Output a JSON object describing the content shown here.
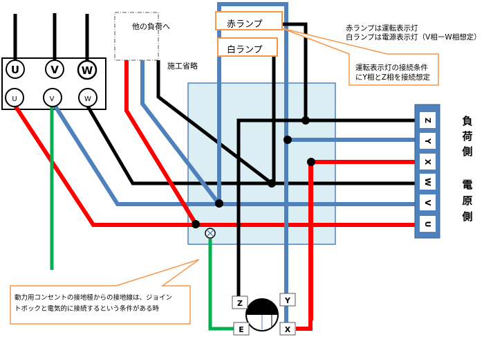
{
  "colors": {
    "red": "#ff0000",
    "blue": "#4f81bd",
    "black": "#000000",
    "green": "#00b050",
    "orange": "#f79646",
    "junction_box_fill": "#dbeef4",
    "junction_box_border": "#4f81bd",
    "terminal_block_fill": "#4f81bd"
  },
  "source_terminal_block": {
    "top_terminals": [
      "U",
      "V",
      "W"
    ],
    "bottom_terminals": [
      "U",
      "V",
      "W"
    ]
  },
  "other_load_box": {
    "label": "他の負荷へ",
    "note": "施工省略"
  },
  "lamps": {
    "red_lamp": "赤ランプ",
    "white_lamp": "白ランプ"
  },
  "notes": {
    "lamp_note_line1": "赤ランプは運転表示灯",
    "lamp_note_line2": "白ランプは電源表示灯（V相ーW相想定）",
    "run_lamp_callout_line1": "運転表示灯の接続条件",
    "run_lamp_callout_line2": "にY相とZ相を接続想定",
    "ground_callout_line1": "動力用コンセントの接地極からの接地線は、ジョイン",
    "ground_callout_line2": "トボックと電気的に接続するという条件がある時"
  },
  "motor_terminal_block": {
    "terminals": [
      "Z",
      "Y",
      "X",
      "W",
      "V",
      "U"
    ],
    "load_side_label": [
      "負",
      "荷",
      "側"
    ],
    "source_side_label": [
      "電",
      "原",
      "側"
    ]
  },
  "outlet": {
    "terminals": [
      "Z",
      "Y",
      "E",
      "X"
    ]
  }
}
